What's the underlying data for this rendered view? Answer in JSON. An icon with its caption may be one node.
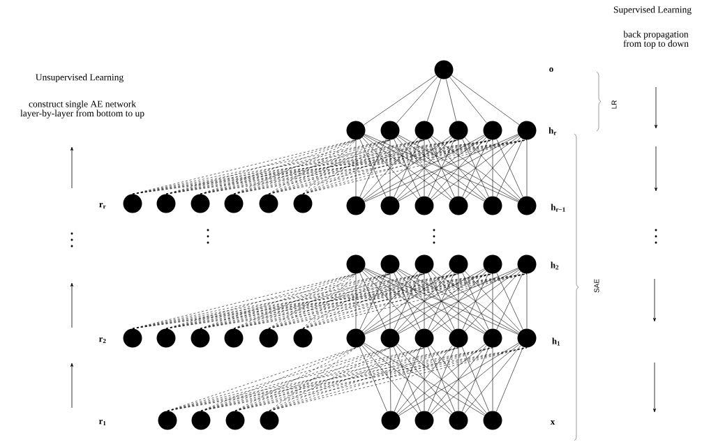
{
  "diagram": {
    "nodes": [
      {
        "text": [],
        "shape": "circle"
      },
      {
        "text": [],
        "shape": "circle"
      },
      {
        "text": [],
        "shape": "circle"
      },
      {
        "text": [],
        "shape": "circle"
      },
      {
        "text": [],
        "shape": "circle"
      },
      {
        "text": [],
        "shape": "circle"
      },
      {
        "text": [],
        "shape": "circle"
      },
      {
        "text": [],
        "shape": "circle"
      },
      {
        "text": [],
        "shape": "circle"
      },
      {
        "text": [],
        "shape": "circle"
      },
      {
        "text": [],
        "shape": "circle"
      },
      {
        "text": [],
        "shape": "circle"
      },
      {
        "text": [],
        "shape": "circle"
      },
      {
        "text": [],
        "shape": "circle"
      },
      {
        "text": [],
        "shape": "circle"
      },
      {
        "text": [],
        "shape": "circle"
      },
      {
        "text": [],
        "shape": "circle"
      },
      {
        "text": [],
        "shape": "circle"
      },
      {
        "text": [],
        "shape": "circle"
      },
      {
        "text": [],
        "shape": "circle"
      },
      {
        "text": [],
        "shape": "circle"
      },
      {
        "text": [],
        "shape": "circle"
      },
      {
        "text": [],
        "shape": "circle"
      },
      {
        "text": [],
        "shape": "circle"
      },
      {
        "text": [],
        "shape": "circle"
      },
      {
        "text": [],
        "shape": "circle"
      },
      {
        "text": [],
        "shape": "circle"
      },
      {
        "text": [],
        "shape": "circle"
      },
      {
        "text": [],
        "shape": "circle"
      },
      {
        "text": [],
        "shape": "circle"
      },
      {
        "text": [],
        "shape": "circle"
      },
      {
        "text": [],
        "shape": "circle"
      },
      {
        "text": [],
        "shape": "circle"
      },
      {
        "text": [],
        "shape": "circle"
      },
      {
        "text": [],
        "shape": "circle"
      },
      {
        "text": [],
        "shape": "circle"
      },
      {
        "text": [],
        "shape": "circle"
      },
      {
        "text": [],
        "shape": "circle"
      },
      {
        "text": [],
        "shape": "circle"
      },
      {
        "text": [],
        "shape": "circle"
      },
      {
        "text": [],
        "shape": "circle"
      },
      {
        "text": [],
        "shape": "circle"
      },
      {
        "text": [],
        "shape": "circle"
      },
      {
        "text": [],
        "shape": "circle"
      },
      {
        "text": [],
        "shape": "circle"
      }
    ],
    "edges": [
      {
        "from": 1,
        "to": 0,
        "arrow": "none"
      },
      {
        "from": 2,
        "to": 0,
        "arrow": "none"
      },
      {
        "from": 3,
        "to": 0,
        "arrow": "none"
      },
      {
        "from": 4,
        "to": 0,
        "arrow": "none"
      },
      {
        "from": 5,
        "to": 0,
        "arrow": "none"
      },
      {
        "from": 6,
        "to": 0,
        "arrow": "none"
      },
      {
        "from": 7,
        "to": 1,
        "arrow": "none",
        "style": "dashed"
      },
      {
        "from": 7,
        "to": 2,
        "arrow": "none",
        "style": "dashed"
      },
      {
        "from": 7,
        "to": 3,
        "arrow": "none",
        "style": "dashed"
      },
      {
        "from": 7,
        "to": 4,
        "arrow": "none",
        "style": "dashed"
      },
      {
        "from": 7,
        "to": 5,
        "arrow": "none",
        "style": "dashed"
      },
      {
        "from": 7,
        "to": 6,
        "arrow": "none",
        "style": "dashed"
      },
      {
        "from": 8,
        "to": 1,
        "arrow": "none",
        "style": "dashed"
      },
      {
        "from": 8,
        "to": 2,
        "arrow": "none",
        "style": "dashed"
      },
      {
        "from": 8,
        "to": 3,
        "arrow": "none",
        "style": "dashed"
      },
      {
        "from": 8,
        "to": 4,
        "arrow": "none",
        "style": "dashed"
      },
      {
        "from": 8,
        "to": 5,
        "arrow": "none",
        "style": "dashed"
      },
      {
        "from": 8,
        "to": 6,
        "arrow": "none",
        "style": "dashed"
      },
      {
        "from": 9,
        "to": 1,
        "arrow": "none",
        "style": "dashed"
      },
      {
        "from": 9,
        "to": 2,
        "arrow": "none",
        "style": "dashed"
      },
      {
        "from": 9,
        "to": 3,
        "arrow": "none",
        "style": "dashed"
      },
      {
        "from": 9,
        "to": 4,
        "arrow": "none",
        "style": "dashed"
      },
      {
        "from": 9,
        "to": 5,
        "arrow": "none",
        "style": "dashed"
      },
      {
        "from": 9,
        "to": 6,
        "arrow": "none",
        "style": "dashed"
      },
      {
        "from": 10,
        "to": 1,
        "arrow": "none",
        "style": "dashed"
      },
      {
        "from": 10,
        "to": 2,
        "arrow": "none",
        "style": "dashed"
      },
      {
        "from": 10,
        "to": 3,
        "arrow": "none",
        "style": "dashed"
      },
      {
        "from": 10,
        "to": 4,
        "arrow": "none",
        "style": "dashed"
      },
      {
        "from": 10,
        "to": 5,
        "arrow": "none",
        "style": "dashed"
      },
      {
        "from": 10,
        "to": 6,
        "arrow": "none",
        "style": "dashed"
      },
      {
        "from": 11,
        "to": 1,
        "arrow": "none",
        "style": "dashed"
      },
      {
        "from": 11,
        "to": 2,
        "arrow": "none",
        "style": "dashed"
      },
      {
        "from": 11,
        "to": 3,
        "arrow": "none",
        "style": "dashed"
      },
      {
        "from": 11,
        "to": 4,
        "arrow": "none",
        "style": "dashed"
      },
      {
        "from": 11,
        "to": 5,
        "arrow": "none",
        "style": "dashed"
      },
      {
        "from": 11,
        "to": 6,
        "arrow": "none",
        "style": "dashed"
      },
      {
        "from": 12,
        "to": 1,
        "arrow": "none",
        "style": "dashed"
      },
      {
        "from": 12,
        "to": 2,
        "arrow": "none",
        "style": "dashed"
      },
      {
        "from": 12,
        "to": 3,
        "arrow": "none",
        "style": "dashed"
      },
      {
        "from": 12,
        "to": 4,
        "arrow": "none",
        "style": "dashed"
      },
      {
        "from": 12,
        "to": 5,
        "arrow": "none",
        "style": "dashed"
      },
      {
        "from": 12,
        "to": 6,
        "arrow": "none",
        "style": "dashed"
      },
      {
        "from": 13,
        "to": 1,
        "arrow": "none"
      },
      {
        "from": 13,
        "to": 2,
        "arrow": "none"
      },
      {
        "from": 13,
        "to": 3,
        "arrow": "none"
      },
      {
        "from": 13,
        "to": 4,
        "arrow": "none"
      },
      {
        "from": 13,
        "to": 5,
        "arrow": "none"
      },
      {
        "from": 13,
        "to": 6,
        "arrow": "none"
      },
      {
        "from": 14,
        "to": 1,
        "arrow": "none"
      },
      {
        "from": 14,
        "to": 2,
        "arrow": "none"
      },
      {
        "from": 14,
        "to": 3,
        "arrow": "none"
      },
      {
        "from": 14,
        "to": 4,
        "arrow": "none"
      },
      {
        "from": 14,
        "to": 5,
        "arrow": "none"
      },
      {
        "from": 14,
        "to": 6,
        "arrow": "none"
      },
      {
        "from": 15,
        "to": 1,
        "arrow": "none"
      },
      {
        "from": 15,
        "to": 2,
        "arrow": "none"
      },
      {
        "from": 15,
        "to": 3,
        "arrow": "none"
      },
      {
        "from": 15,
        "to": 4,
        "arrow": "none"
      },
      {
        "from": 15,
        "to": 5,
        "arrow": "none"
      },
      {
        "from": 15,
        "to": 6,
        "arrow": "none"
      },
      {
        "from": 16,
        "to": 1,
        "arrow": "none"
      },
      {
        "from": 16,
        "to": 2,
        "arrow": "none"
      },
      {
        "from": 16,
        "to": 3,
        "arrow": "none"
      },
      {
        "from": 16,
        "to": 4,
        "arrow": "none"
      },
      {
        "from": 16,
        "to": 5,
        "arrow": "none"
      },
      {
        "from": 16,
        "to": 6,
        "arrow": "none"
      },
      {
        "from": 17,
        "to": 1,
        "arrow": "none"
      },
      {
        "from": 17,
        "to": 2,
        "arrow": "none"
      },
      {
        "from": 17,
        "to": 3,
        "arrow": "none"
      },
      {
        "from": 17,
        "to": 4,
        "arrow": "none"
      },
      {
        "from": 17,
        "to": 5,
        "arrow": "none"
      },
      {
        "from": 17,
        "to": 6,
        "arrow": "none"
      },
      {
        "from": 18,
        "to": 1,
        "arrow": "none"
      },
      {
        "from": 18,
        "to": 2,
        "arrow": "none"
      },
      {
        "from": 18,
        "to": 3,
        "arrow": "none"
      },
      {
        "from": 18,
        "to": 4,
        "arrow": "none"
      },
      {
        "from": 18,
        "to": 5,
        "arrow": "none"
      },
      {
        "from": 18,
        "to": 6,
        "arrow": "none"
      },
      {
        "from": 25,
        "to": 19,
        "arrow": "none",
        "style": "dashed"
      },
      {
        "from": 25,
        "to": 20,
        "arrow": "none",
        "style": "dashed"
      },
      {
        "from": 25,
        "to": 21,
        "arrow": "none",
        "style": "dashed"
      },
      {
        "from": 25,
        "to": 22,
        "arrow": "none",
        "style": "dashed"
      },
      {
        "from": 25,
        "to": 23,
        "arrow": "none",
        "style": "dashed"
      },
      {
        "from": 25,
        "to": 24,
        "arrow": "none",
        "style": "dashed"
      },
      {
        "from": 26,
        "to": 19,
        "arrow": "none",
        "style": "dashed"
      },
      {
        "from": 26,
        "to": 20,
        "arrow": "none",
        "style": "dashed"
      },
      {
        "from": 26,
        "to": 21,
        "arrow": "none",
        "style": "dashed"
      },
      {
        "from": 26,
        "to": 22,
        "arrow": "none",
        "style": "dashed"
      },
      {
        "from": 26,
        "to": 23,
        "arrow": "none",
        "style": "dashed"
      },
      {
        "from": 26,
        "to": 24,
        "arrow": "none",
        "style": "dashed"
      },
      {
        "from": 27,
        "to": 19,
        "arrow": "none",
        "style": "dashed"
      },
      {
        "from": 27,
        "to": 20,
        "arrow": "none",
        "style": "dashed"
      },
      {
        "from": 27,
        "to": 21,
        "arrow": "none",
        "style": "dashed"
      },
      {
        "from": 27,
        "to": 22,
        "arrow": "none",
        "style": "dashed"
      },
      {
        "from": 27,
        "to": 23,
        "arrow": "none",
        "style": "dashed"
      },
      {
        "from": 27,
        "to": 24,
        "arrow": "none",
        "style": "dashed"
      },
      {
        "from": 28,
        "to": 19,
        "arrow": "none",
        "style": "dashed"
      },
      {
        "from": 28,
        "to": 20,
        "arrow": "none",
        "style": "dashed"
      },
      {
        "from": 28,
        "to": 21,
        "arrow": "none",
        "style": "dashed"
      },
      {
        "from": 28,
        "to": 22,
        "arrow": "none",
        "style": "dashed"
      },
      {
        "from": 28,
        "to": 23,
        "arrow": "none",
        "style": "dashed"
      },
      {
        "from": 28,
        "to": 24,
        "arrow": "none",
        "style": "dashed"
      },
      {
        "from": 29,
        "to": 19,
        "arrow": "none",
        "style": "dashed"
      },
      {
        "from": 29,
        "to": 20,
        "arrow": "none",
        "style": "dashed"
      },
      {
        "from": 29,
        "to": 21,
        "arrow": "none",
        "style": "dashed"
      },
      {
        "from": 29,
        "to": 22,
        "arrow": "none",
        "style": "dashed"
      },
      {
        "from": 29,
        "to": 23,
        "arrow": "none",
        "style": "dashed"
      },
      {
        "from": 29,
        "to": 24,
        "arrow": "none",
        "style": "dashed"
      },
      {
        "from": 30,
        "to": 19,
        "arrow": "none",
        "style": "dashed"
      },
      {
        "from": 30,
        "to": 20,
        "arrow": "none",
        "style": "dashed"
      },
      {
        "from": 30,
        "to": 21,
        "arrow": "none",
        "style": "dashed"
      },
      {
        "from": 30,
        "to": 22,
        "arrow": "none",
        "style": "dashed"
      },
      {
        "from": 30,
        "to": 23,
        "arrow": "none",
        "style": "dashed"
      },
      {
        "from": 30,
        "to": 24,
        "arrow": "none",
        "style": "dashed"
      },
      {
        "from": 31,
        "to": 19,
        "arrow": "none"
      },
      {
        "from": 31,
        "to": 20,
        "arrow": "none"
      },
      {
        "from": 31,
        "to": 21,
        "arrow": "none"
      },
      {
        "from": 31,
        "to": 22,
        "arrow": "none"
      },
      {
        "from": 31,
        "to": 23,
        "arrow": "none"
      },
      {
        "from": 31,
        "to": 24,
        "arrow": "none"
      },
      {
        "from": 32,
        "to": 19,
        "arrow": "none"
      },
      {
        "from": 32,
        "to": 20,
        "arrow": "none"
      },
      {
        "from": 32,
        "to": 21,
        "arrow": "none"
      },
      {
        "from": 32,
        "to": 22,
        "arrow": "none"
      },
      {
        "from": 32,
        "to": 23,
        "arrow": "none"
      },
      {
        "from": 32,
        "to": 24,
        "arrow": "none"
      },
      {
        "from": 33,
        "to": 19,
        "arrow": "none"
      },
      {
        "from": 33,
        "to": 20,
        "arrow": "none"
      },
      {
        "from": 33,
        "to": 21,
        "arrow": "none"
      },
      {
        "from": 33,
        "to": 22,
        "arrow": "none"
      },
      {
        "from": 33,
        "to": 23,
        "arrow": "none"
      },
      {
        "from": 33,
        "to": 24,
        "arrow": "none"
      },
      {
        "from": 34,
        "to": 19,
        "arrow": "none"
      },
      {
        "from": 34,
        "to": 20,
        "arrow": "none"
      },
      {
        "from": 34,
        "to": 21,
        "arrow": "none"
      },
      {
        "from": 34,
        "to": 22,
        "arrow": "none"
      },
      {
        "from": 34,
        "to": 23,
        "arrow": "none"
      },
      {
        "from": 34,
        "to": 24,
        "arrow": "none"
      },
      {
        "from": 35,
        "to": 19,
        "arrow": "none"
      },
      {
        "from": 35,
        "to": 20,
        "arrow": "none"
      },
      {
        "from": 35,
        "to": 21,
        "arrow": "none"
      },
      {
        "from": 35,
        "to": 22,
        "arrow": "none"
      },
      {
        "from": 35,
        "to": 23,
        "arrow": "none"
      },
      {
        "from": 35,
        "to": 24,
        "arrow": "none"
      },
      {
        "from": 36,
        "to": 19,
        "arrow": "none"
      },
      {
        "from": 36,
        "to": 20,
        "arrow": "none"
      },
      {
        "from": 36,
        "to": 21,
        "arrow": "none"
      },
      {
        "from": 36,
        "to": 22,
        "arrow": "none"
      },
      {
        "from": 36,
        "to": 23,
        "arrow": "none"
      },
      {
        "from": 36,
        "to": 24,
        "arrow": "none"
      },
      {
        "from": 37,
        "to": 31,
        "arrow": "none",
        "style": "dashed"
      },
      {
        "from": 37,
        "to": 32,
        "arrow": "none",
        "style": "dashed"
      },
      {
        "from": 37,
        "to": 33,
        "arrow": "none",
        "style": "dashed"
      },
      {
        "from": 37,
        "to": 34,
        "arrow": "none",
        "style": "dashed"
      },
      {
        "from": 37,
        "to": 35,
        "arrow": "none",
        "style": "dashed"
      },
      {
        "from": 37,
        "to": 36,
        "arrow": "none",
        "style": "dashed"
      },
      {
        "from": 38,
        "to": 31,
        "arrow": "none",
        "style": "dashed"
      },
      {
        "from": 38,
        "to": 32,
        "arrow": "none",
        "style": "dashed"
      },
      {
        "from": 38,
        "to": 33,
        "arrow": "none",
        "style": "dashed"
      },
      {
        "from": 38,
        "to": 34,
        "arrow": "none",
        "style": "dashed"
      },
      {
        "from": 38,
        "to": 35,
        "arrow": "none",
        "style": "dashed"
      },
      {
        "from": 38,
        "to": 36,
        "arrow": "none",
        "style": "dashed"
      },
      {
        "from": 39,
        "to": 31,
        "arrow": "none",
        "style": "dashed"
      },
      {
        "from": 39,
        "to": 32,
        "arrow": "none",
        "style": "dashed"
      },
      {
        "from": 39,
        "to": 33,
        "arrow": "none",
        "style": "dashed"
      },
      {
        "from": 39,
        "to": 34,
        "arrow": "none",
        "style": "dashed"
      },
      {
        "from": 39,
        "to": 35,
        "arrow": "none",
        "style": "dashed"
      },
      {
        "from": 39,
        "to": 36,
        "arrow": "none",
        "style": "dashed"
      },
      {
        "from": 40,
        "to": 31,
        "arrow": "none",
        "style": "dashed"
      },
      {
        "from": 40,
        "to": 32,
        "arrow": "none",
        "style": "dashed"
      },
      {
        "from": 40,
        "to": 33,
        "arrow": "none",
        "style": "dashed"
      },
      {
        "from": 40,
        "to": 34,
        "arrow": "none",
        "style": "dashed"
      },
      {
        "from": 40,
        "to": 35,
        "arrow": "none",
        "style": "dashed"
      },
      {
        "from": 40,
        "to": 36,
        "arrow": "none",
        "style": "dashed"
      },
      {
        "from": 41,
        "to": 31,
        "arrow": "none"
      },
      {
        "from": 41,
        "to": 32,
        "arrow": "none"
      },
      {
        "from": 41,
        "to": 33,
        "arrow": "none"
      },
      {
        "from": 41,
        "to": 34,
        "arrow": "none"
      },
      {
        "from": 41,
        "to": 35,
        "arrow": "none"
      },
      {
        "from": 41,
        "to": 36,
        "arrow": "none"
      },
      {
        "from": 42,
        "to": 31,
        "arrow": "none"
      },
      {
        "from": 42,
        "to": 32,
        "arrow": "none"
      },
      {
        "from": 42,
        "to": 33,
        "arrow": "none"
      },
      {
        "from": 42,
        "to": 34,
        "arrow": "none"
      },
      {
        "from": 42,
        "to": 35,
        "arrow": "none"
      },
      {
        "from": 42,
        "to": 36,
        "arrow": "none"
      },
      {
        "from": 43,
        "to": 31,
        "arrow": "none"
      },
      {
        "from": 43,
        "to": 32,
        "arrow": "none"
      },
      {
        "from": 43,
        "to": 33,
        "arrow": "none"
      },
      {
        "from": 43,
        "to": 34,
        "arrow": "none"
      },
      {
        "from": 43,
        "to": 35,
        "arrow": "none"
      },
      {
        "from": 43,
        "to": 36,
        "arrow": "none"
      },
      {
        "from": 44,
        "to": 31,
        "arrow": "none"
      },
      {
        "from": 44,
        "to": 32,
        "arrow": "none"
      },
      {
        "from": 44,
        "to": 33,
        "arrow": "none"
      },
      {
        "from": 44,
        "to": 34,
        "arrow": "none"
      },
      {
        "from": 44,
        "to": 35,
        "arrow": "none"
      },
      {
        "from": 44,
        "to": 36,
        "arrow": "none"
      }
    ],
    "labels": [
      "Supervised Learning",
      "back propagation from top to down",
      "o",
      "Unsupervised Learning",
      "construct single AE network layer-by-layer from bottom to up",
      "LR",
      "h$_{r}$",
      "r$_{r}$",
      "h$_{r−1}$",
      "h$_{2}$",
      "SAE",
      "r$_{2}$",
      "h$_{1}$",
      "r$_{1}$",
      "x"
    ]
  }
}
